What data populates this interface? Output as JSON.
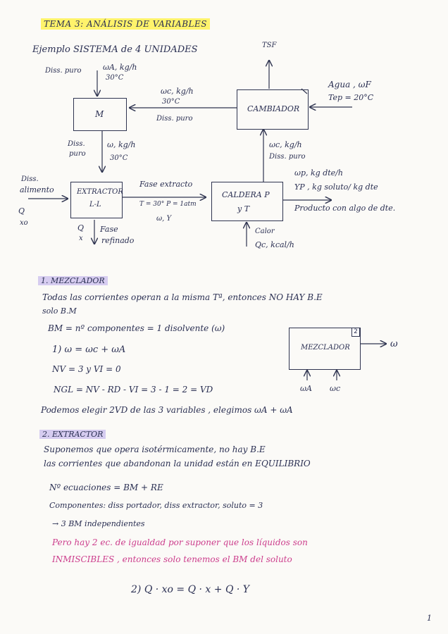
{
  "title": "TEMA 3: ANÁLISIS DE VARIABLES",
  "example_heading": "Ejemplo SISTEMA de 4 UNIDADES",
  "diagram": {
    "units": {
      "mixer": "M",
      "exchanger": "CAMBIADOR",
      "extractor": [
        "EXTRACTOR",
        "L-L"
      ],
      "boiler": [
        "CALDERA P",
        "y T"
      ]
    },
    "labels": {
      "diss_puro_top": "Diss. puro",
      "wa": "ωA, kg/h",
      "wa_temp": "30°C",
      "tsf": "TSF",
      "wc_top": "ωc, kg/h",
      "wc_top_temp": "30°C",
      "diss_puro_mid": "Diss. puro",
      "agua": "Agua , ωF",
      "tep": "Tep = 20°C",
      "diss_puro_left1": "Diss.",
      "diss_puro_left2": "puro",
      "w_kgh": "ω, kg/h",
      "w_temp": "30°C",
      "wc_right": "ωc, kg/h",
      "diss_puro_right": "Diss. puro",
      "diss_alim1": "Diss.",
      "diss_alim2": "alimento",
      "q_left": "Q",
      "xo_left": "xo",
      "fase_extracto": "Fase extracto",
      "tp": "T = 30° P = 1atm",
      "wy": "ω, Y",
      "wp": "ωp, kg dte/h",
      "yp": "YP , kg soluto/ kg dte",
      "producto": "Producto con algo de dte.",
      "q_bot": "Q",
      "x_bot": "x",
      "fase_refinado1": "Fase",
      "fase_refinado2": "refinado",
      "calor": "Calor",
      "qc": "Qc, kcal/h"
    }
  },
  "section1": {
    "heading": "1. MEZCLADOR",
    "line1": "Todas las corrientes operan a la misma Tª, entonces NO HAY B.E",
    "line2": "solo B.M",
    "line3": "BM = nº componentes = 1 disolvente (ω)",
    "eq1": "1)  ω = ωc + ωA",
    "eq2": "NV = 3   y    VI  = 0",
    "eq3": "NGL = NV - RD - VI = 3 - 1 = 2 = VD",
    "line4": "Podemos elegir 2VD de las 3 variables , elegimos ωA + ωA",
    "box_label": "MEZCLADOR",
    "box_num": "2",
    "out_label": "ω",
    "in1": "ωA",
    "in2": "ωc"
  },
  "section2": {
    "heading": "2. EXTRACTOR",
    "line1": "Suponemos que opera isotérmicamente, no hay B.E",
    "line2": "las corrientes que abandonan la unidad están en EQUILIBRIO",
    "line3": "Nº ecuaciones = BM + RE",
    "line4": "Componentes: diss portador, diss extractor, soluto = 3",
    "line5": "→ 3 BM independientes",
    "line6": "Pero hay 2 ec. de igualdad por suponer que los líquidos son",
    "line7": "INMISCIBLES , entonces solo  tenemos  el  BM  del  soluto",
    "eq": "2)  Q · xo = Q · x + Q · Y"
  },
  "page_number": "1",
  "colors": {
    "ink": "#2a2f52",
    "highlight_yellow": "#fff36b",
    "highlight_lilac": "#d6ccf0",
    "pink": "#cc3d8c"
  }
}
